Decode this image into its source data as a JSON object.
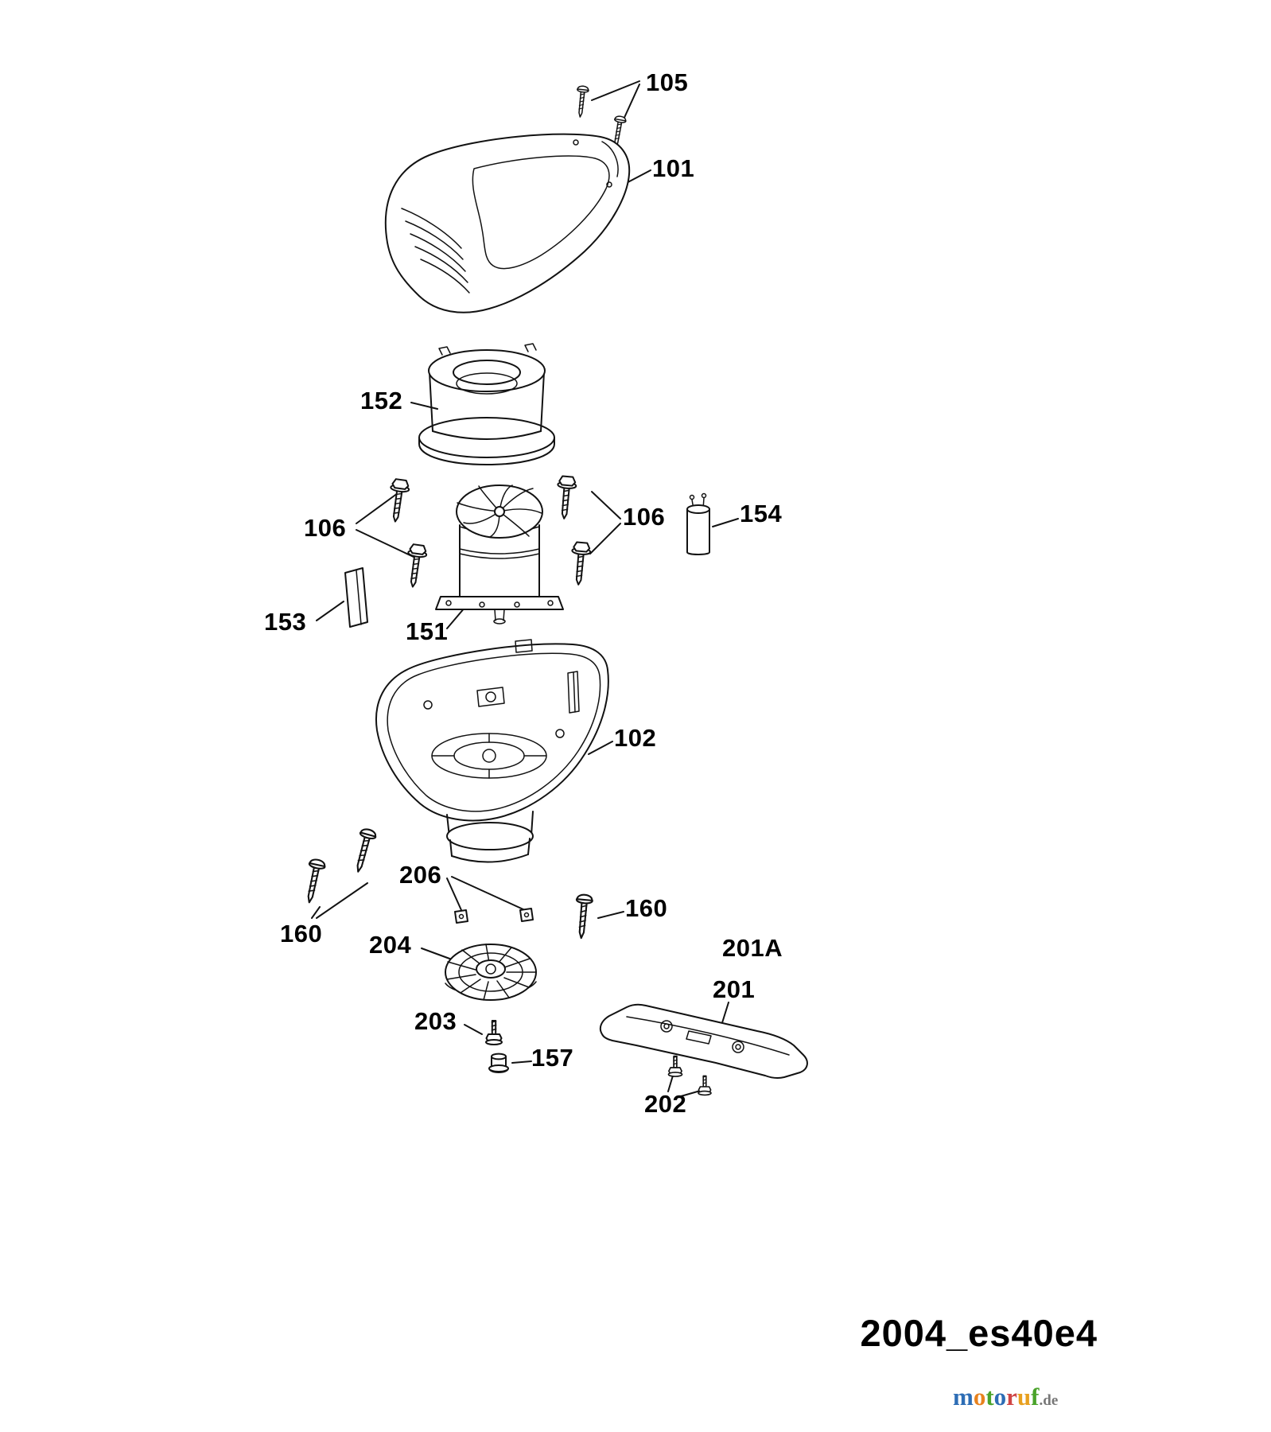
{
  "diagram": {
    "labels": {
      "p105": "105",
      "p101": "101",
      "p152": "152",
      "p106_left": "106",
      "p106_right": "106",
      "p154": "154",
      "p153": "153",
      "p151": "151",
      "p102": "102",
      "p206": "206",
      "p160_left": "160",
      "p160_right": "160",
      "p204": "204",
      "p201a": "201A",
      "p201": "201",
      "p203": "203",
      "p157": "157",
      "p202": "202"
    }
  },
  "footer": {
    "code": "2004_es40e4"
  },
  "watermark": {
    "letters": [
      "m",
      "o",
      "t",
      "o",
      "r",
      "u",
      "f"
    ],
    "styles": [
      "color:#2d6db5",
      "color:#e8821e",
      "color:#4aa32a",
      "color:#2d6db5",
      "color:#d04545",
      "color:#e8a01e",
      "color:#4aa32a"
    ],
    "suffix": ".de"
  }
}
